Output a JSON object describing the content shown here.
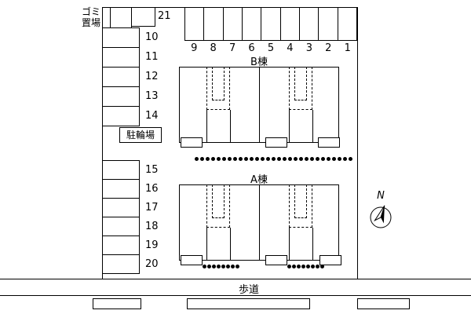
{
  "labels": {
    "garbage_area": "ゴミ置場",
    "bicycle_parking": "駐輪場",
    "building_b": "B棟",
    "building_a": "A棟",
    "sidewalk": "歩道",
    "compass_north": "N"
  },
  "parking": {
    "single_top": "21",
    "left_upper": [
      "10",
      "11",
      "12",
      "13",
      "14"
    ],
    "left_lower": [
      "15",
      "16",
      "17",
      "18",
      "19",
      "20"
    ],
    "top_row": [
      "9",
      "8",
      "7",
      "6",
      "5",
      "4",
      "3",
      "2",
      "1"
    ]
  },
  "vegetation": {
    "between_buildings_dots": 29,
    "south_left_dots": 8,
    "south_right_dots": 8
  },
  "colors": {
    "line": "#000000",
    "background": "#ffffff"
  }
}
